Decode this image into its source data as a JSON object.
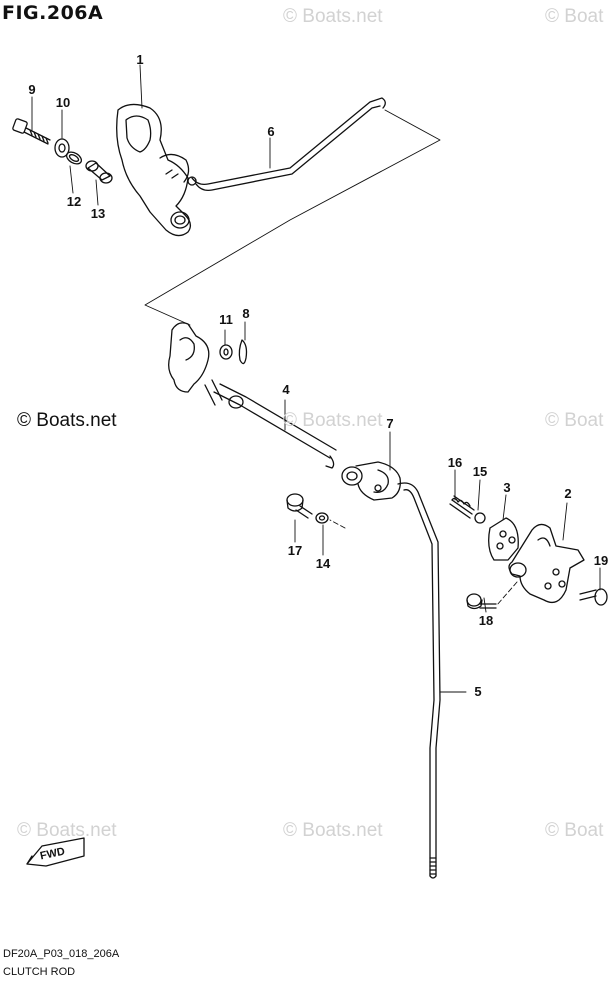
{
  "figure": {
    "title": "FIG.206A",
    "code": "DF20A_P03_018_206A",
    "name": "CLUTCH ROD"
  },
  "watermark": {
    "light_text": "© Boats.net",
    "light_fragment": "© Boat",
    "dark_text": "© Boats.net"
  },
  "fwd_arrow": {
    "label": "FWD",
    "icon": "fwd-arrow-icon"
  },
  "callouts": {
    "p1": "1",
    "p2": "2",
    "p3": "3",
    "p4": "4",
    "p5": "5",
    "p6": "6",
    "p7": "7",
    "p8": "8",
    "p9": "9",
    "p10": "10",
    "p11": "11",
    "p12": "12",
    "p13": "13",
    "p14": "14",
    "p15": "15",
    "p16": "16",
    "p17": "17",
    "p18": "18",
    "p19": "19"
  }
}
